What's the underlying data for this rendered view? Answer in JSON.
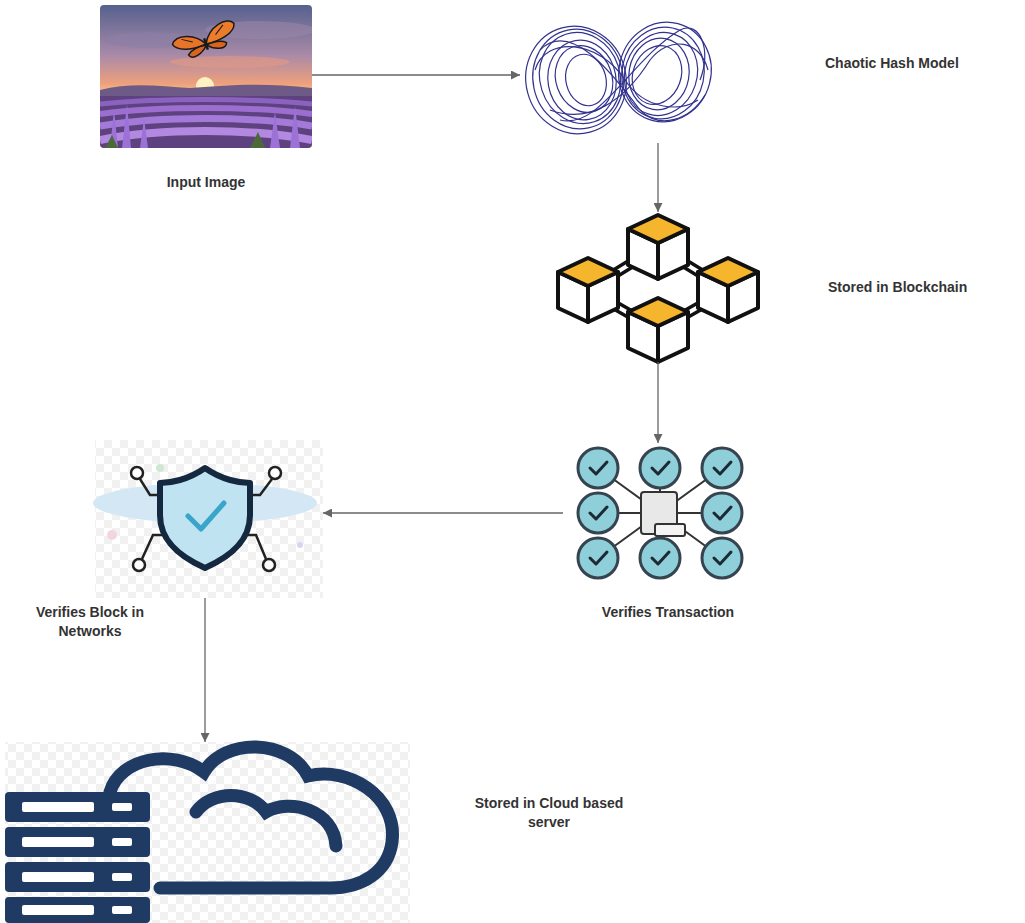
{
  "diagram": {
    "nodes": [
      {
        "text": [
          "Input Image"
        ]
      },
      {
        "text": [
          "Chaotic Hash Model"
        ]
      },
      {
        "text": [
          "Stored in Blockchain"
        ]
      },
      {
        "text": [
          "Verifies Transaction"
        ]
      },
      {
        "text": [
          "Verifies Block in Networks"
        ]
      },
      {
        "text": [
          "Stored in Cloud based server"
        ]
      }
    ],
    "edges": [
      {
        "from": 0,
        "to": 1,
        "arrow": "to"
      },
      {
        "from": 1,
        "to": 2,
        "arrow": "to"
      },
      {
        "from": 2,
        "to": 3,
        "arrow": "to"
      },
      {
        "from": 3,
        "to": 4,
        "arrow": "to"
      },
      {
        "from": 4,
        "to": 5,
        "arrow": "to"
      }
    ]
  }
}
